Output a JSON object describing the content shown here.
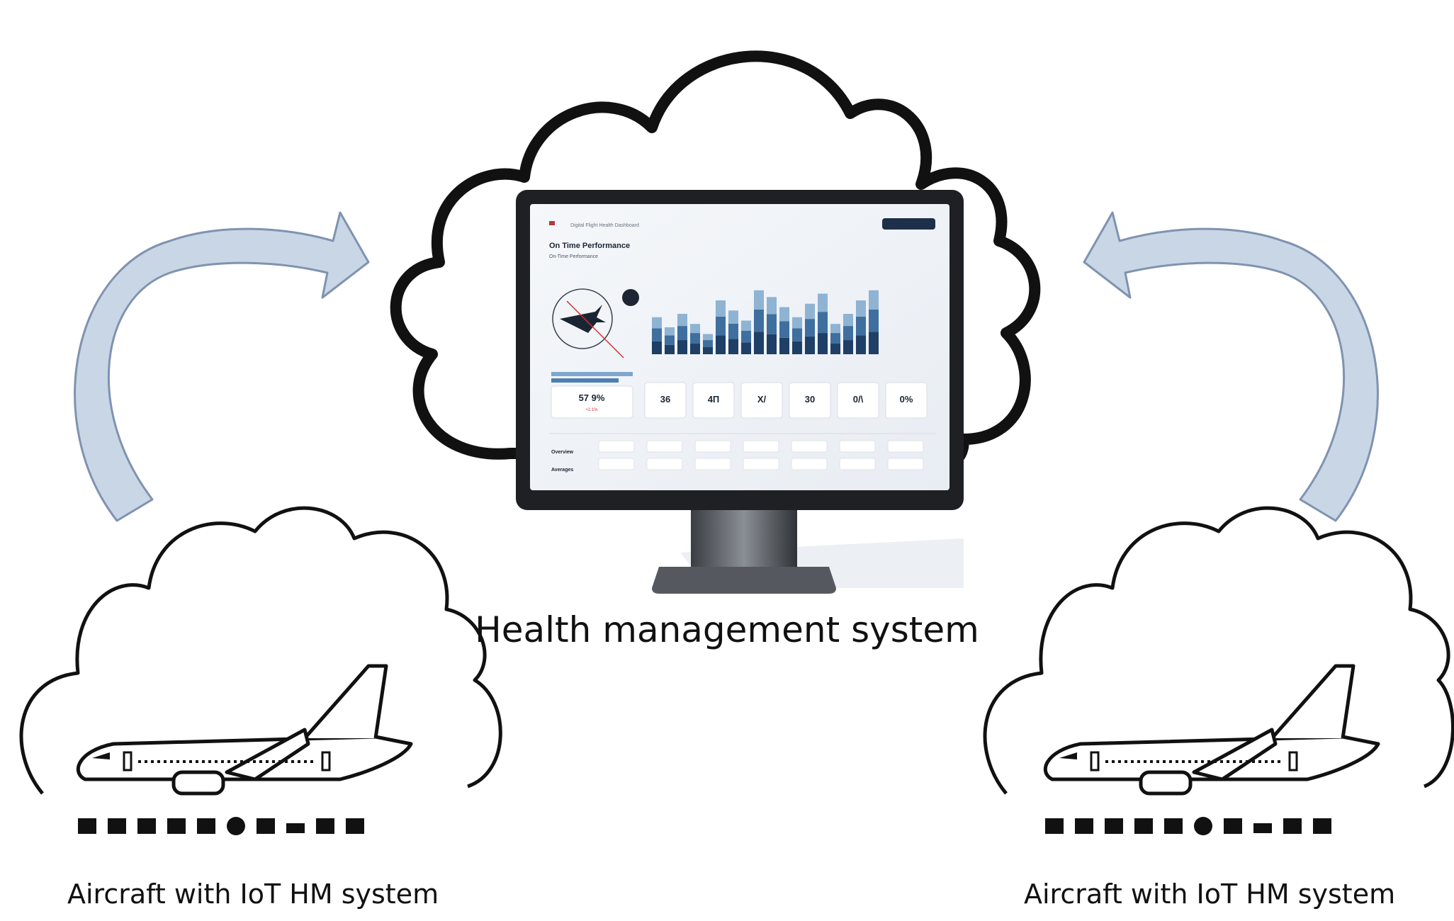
{
  "captions": {
    "center": "Health management system",
    "left": "Aircraft with IoT HM system",
    "right": "Aircraft with IoT HM system"
  },
  "dashboard": {
    "header_text": "Digital Flight Health Dashboard",
    "title": "On Time Performance",
    "subtitle": "On-Time Performance",
    "kpi_value": "57 9%",
    "kpi_sub": "+2.1%",
    "metric_values": [
      "36",
      "4П",
      "X/",
      "30",
      "0/\\",
      "0%"
    ],
    "table_rows": [
      "Overview",
      "Averages"
    ],
    "bar_heights": [
      0.55,
      0.4,
      0.6,
      0.45,
      0.3,
      0.8,
      0.65,
      0.5,
      0.95,
      0.85,
      0.7,
      0.55,
      0.75,
      0.9,
      0.45,
      0.6,
      0.8,
      0.95
    ],
    "bar_colors": [
      "#1f3f66",
      "#3f6f9f",
      "#8fb3d3"
    ]
  },
  "colors": {
    "arrow_fill": "#c9d6e6",
    "arrow_stroke": "#7f93b0",
    "cloud_stroke": "#111111"
  }
}
